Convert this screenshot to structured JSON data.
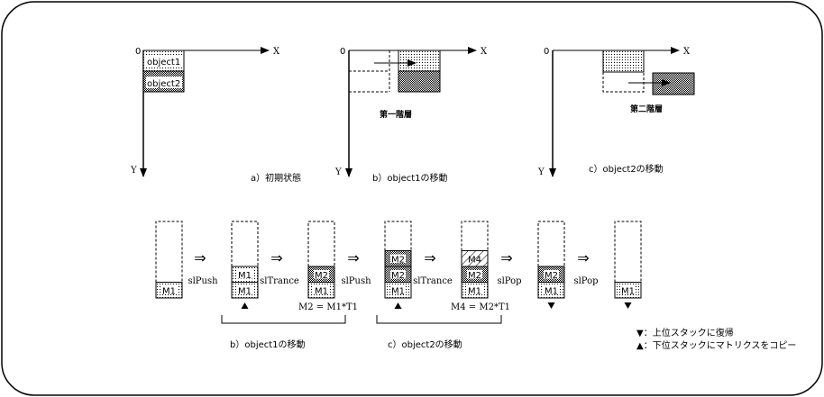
{
  "panel_a": {
    "origin": "0",
    "x_label": "X",
    "y_label": "Y",
    "object1": "object1",
    "object2": "object2",
    "caption": "a）初期状態"
  },
  "panel_b": {
    "origin": "0",
    "x_label": "X",
    "y_label": "Y",
    "layer_label": "第一階層",
    "caption": "b）object1の移動"
  },
  "panel_c": {
    "origin": "0",
    "x_label": "X",
    "y_label": "Y",
    "layer_label": "第二階層",
    "caption": "c）object2の移動"
  },
  "stacks": [
    {
      "cells": [
        {
          "label": "M1",
          "pattern": "light"
        }
      ],
      "marker": ""
    },
    {
      "cells": [
        {
          "label": "M1",
          "pattern": "light"
        },
        {
          "label": "M1",
          "pattern": "light"
        }
      ],
      "marker": "up"
    },
    {
      "cells": [
        {
          "label": "M1",
          "pattern": "light"
        },
        {
          "label": "M2",
          "pattern": "dark"
        }
      ],
      "marker": ""
    },
    {
      "cells": [
        {
          "label": "M1",
          "pattern": "light"
        },
        {
          "label": "M2",
          "pattern": "dark"
        },
        {
          "label": "M2",
          "pattern": "dark"
        }
      ],
      "marker": "up"
    },
    {
      "cells": [
        {
          "label": "M1",
          "pattern": "light"
        },
        {
          "label": "M2",
          "pattern": "dark"
        },
        {
          "label": "M4",
          "pattern": "hatch"
        }
      ],
      "marker": ""
    },
    {
      "cells": [
        {
          "label": "M1",
          "pattern": "light"
        },
        {
          "label": "M2",
          "pattern": "dark"
        }
      ],
      "marker": "down"
    },
    {
      "cells": [
        {
          "label": "M1",
          "pattern": "light"
        }
      ],
      "marker": "down"
    }
  ],
  "operations": [
    {
      "arrow": "⇒",
      "label": "slPush"
    },
    {
      "arrow": "⇒",
      "label": "slTrance"
    },
    {
      "arrow": "⇒",
      "label": "slPush"
    },
    {
      "arrow": "⇒",
      "label": "slTrance"
    },
    {
      "arrow": "⇒",
      "label": "slPop"
    },
    {
      "arrow": "⇒",
      "label": "slPop"
    }
  ],
  "formulas": {
    "m2": "M2 = M1*T1",
    "m4": "M4 = M2*T1"
  },
  "group_captions": {
    "b": "b）object1の移動",
    "c": "c）object2の移動"
  },
  "legend": {
    "down": "▼：上位スタックに復帰",
    "up": "▲：下位スタックにマトリクスをコピー"
  }
}
